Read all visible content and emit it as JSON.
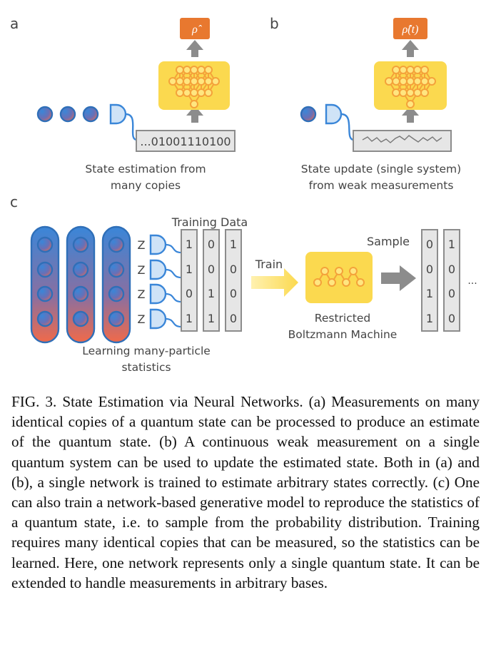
{
  "panels": {
    "a": {
      "letter": "a",
      "output_label": "ρ̂",
      "bitstring": "...01001110100",
      "caption_line1": "State estimation from",
      "caption_line2": "many copies"
    },
    "b": {
      "letter": "b",
      "output_label": "ρ̂(t)",
      "caption_line1": "State update (single system)",
      "caption_line2": "from weak measurements"
    },
    "c": {
      "letter": "c",
      "basis_label": "Z",
      "training_data_label": "Training Data",
      "training_columns": [
        [
          "1",
          "1",
          "0",
          "1"
        ],
        [
          "0",
          "0",
          "1",
          "1"
        ],
        [
          "1",
          "0",
          "0",
          "0"
        ]
      ],
      "train_label": "Train",
      "sample_label": "Sample",
      "sample_columns": [
        [
          "0",
          "0",
          "1",
          "1"
        ],
        [
          "1",
          "0",
          "0",
          "0"
        ]
      ],
      "ellipsis": "...",
      "rbm_line1": "Restricted",
      "rbm_line2": "Boltzmann Machine",
      "copies_line1": "Learning many-particle",
      "copies_line2": "statistics"
    }
  },
  "colors": {
    "orange": "#E8782F",
    "yellow": "#FBD94F",
    "gray_arrow": "#8C8C8C",
    "qubit_blue": "#3A86D8",
    "qubit_red": "#F06A4A"
  },
  "caption": {
    "text": "FIG. 3. State Estimation via Neural Networks. (a) Measurements on many identical copies of a quantum state can be processed to produce an estimate of the quantum state. (b) A continuous weak measurement on a single quantum system can be used to update the estimated state. Both in (a) and (b), a single network is trained to estimate arbitrary states correctly. (c) One can also train a network-based generative model to reproduce the statistics of a quantum state, i.e. to sample from the probability distribution. Training requires many identical copies that can be measured, so the statistics can be learned. Here, one network represents only a single quantum state. It can be extended to handle measurements in arbitrary bases."
  }
}
